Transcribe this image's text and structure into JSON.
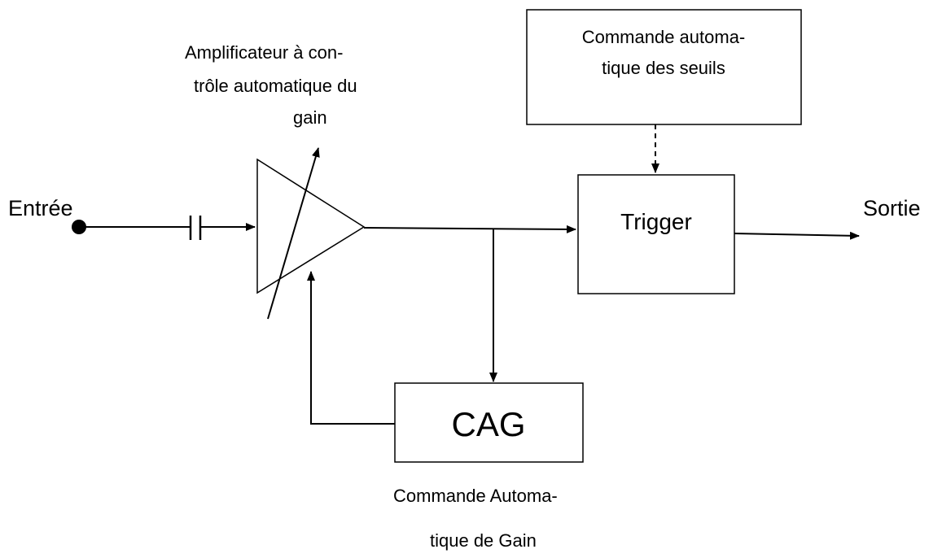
{
  "labels": {
    "input": "Entrée",
    "output": "Sortie",
    "amplifier_line1": "Amplificateur à con-",
    "amplifier_line2": "trôle automatique du",
    "amplifier_line3": "gain",
    "threshold_line1": "Commande automa-",
    "threshold_line2": "tique des seuils",
    "trigger": "Trigger",
    "cag": "CAG",
    "cag_desc_line1": "Commande Automa-",
    "cag_desc_line2": "tique de Gain"
  }
}
